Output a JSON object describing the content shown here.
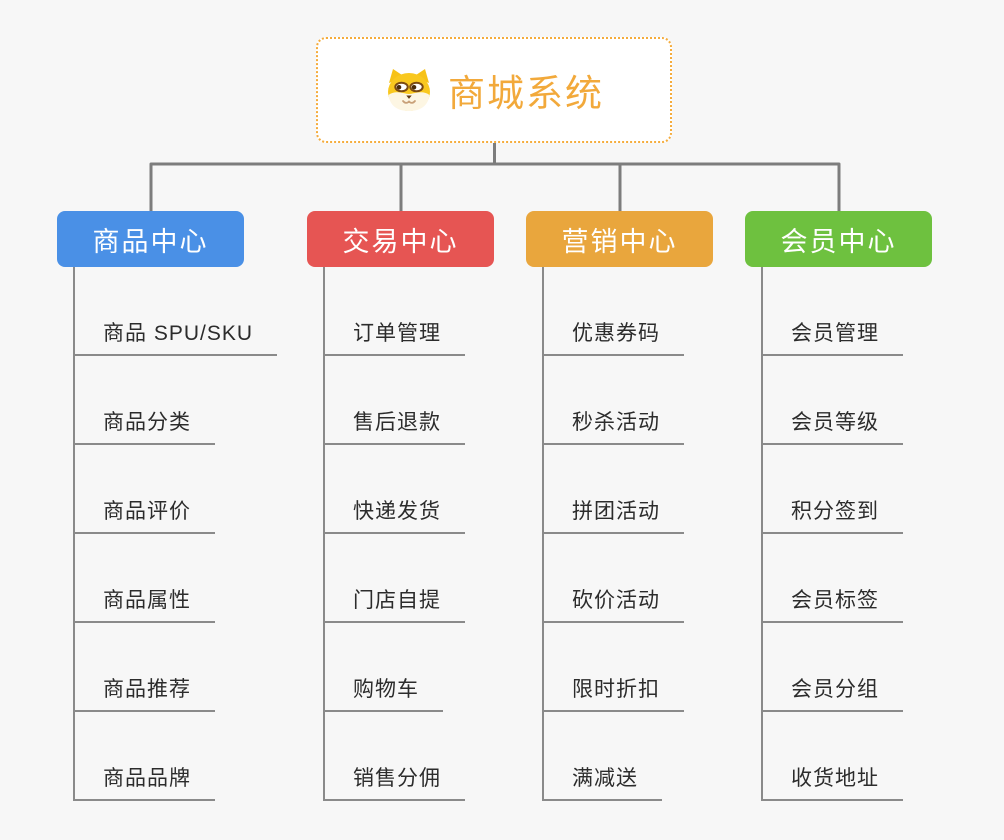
{
  "canvas": {
    "background": "#f7f7f7",
    "connector_color": "#7d7d7d",
    "line_color": "#8a8a8a"
  },
  "root": {
    "title": "商城系统",
    "title_color": "#f2a93b",
    "border_color": "#f5ac3c",
    "icon": "shiba-mascot-icon"
  },
  "branches": [
    {
      "id": "product-center",
      "label": "商品中心",
      "color": "#4a90e6",
      "items": [
        "商品 SPU/SKU",
        "商品分类",
        "商品评价",
        "商品属性",
        "商品推荐",
        "商品品牌"
      ]
    },
    {
      "id": "trade-center",
      "label": "交易中心",
      "color": "#e65553",
      "items": [
        "订单管理",
        "售后退款",
        "快递发货",
        "门店自提",
        "购物车",
        "销售分佣"
      ]
    },
    {
      "id": "marketing-center",
      "label": "营销中心",
      "color": "#e9a63d",
      "items": [
        "优惠券码",
        "秒杀活动",
        "拼团活动",
        "砍价活动",
        "限时折扣",
        "满减送"
      ]
    },
    {
      "id": "member-center",
      "label": "会员中心",
      "color": "#6ec13f",
      "items": [
        "会员管理",
        "会员等级",
        "积分签到",
        "会员标签",
        "会员分组",
        "收货地址"
      ]
    }
  ]
}
